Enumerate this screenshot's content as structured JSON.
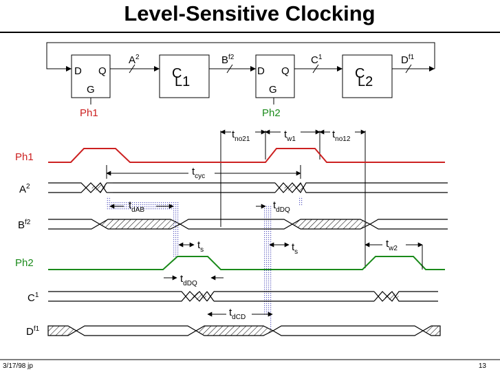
{
  "title": "Level-Sensitive Clocking",
  "footer": {
    "date": "3/17/98 jp",
    "page": "13"
  },
  "colors": {
    "ph1": "#cc2020",
    "ph2": "#1a8a1a",
    "black": "#000000",
    "marker": "#6a6acc"
  },
  "block": {
    "latch1": {
      "d": "D",
      "q": "Q",
      "g": "G",
      "clock": "Ph1"
    },
    "latch2": {
      "d": "D",
      "q": "Q",
      "g": "G",
      "clock": "Ph2"
    },
    "logic1": {
      "main": "C",
      "sub": "L1"
    },
    "logic2": {
      "main": "C",
      "sub": "L2"
    },
    "sig_a": {
      "base": "A",
      "sup": "2"
    },
    "sig_b": {
      "base": "B",
      "sup": "f2"
    },
    "sig_c": {
      "base": "C",
      "sup": "1"
    },
    "sig_d": {
      "base": "D",
      "sup": "f1"
    }
  },
  "signals": [
    {
      "base": "Ph1",
      "sup": ""
    },
    {
      "base": "A",
      "sup": "2"
    },
    {
      "base": "B",
      "sup": "f2"
    },
    {
      "base": "Ph2",
      "sup": ""
    },
    {
      "base": "C",
      "sup": "1"
    },
    {
      "base": "D",
      "sup": "f1"
    }
  ],
  "timing": {
    "tno21": {
      "base": "t",
      "sub": "no21"
    },
    "tw1": {
      "base": "t",
      "sub": "w1"
    },
    "tno12": {
      "base": "t",
      "sub": "no12"
    },
    "tcyc": {
      "base": "t",
      "sub": "cyc"
    },
    "tdAB": {
      "base": "t",
      "sub": "dAB"
    },
    "tdDQ1": {
      "base": "t",
      "sub": "dDQ"
    },
    "ts1": {
      "base": "t",
      "sub": "s"
    },
    "ts2": {
      "base": "t",
      "sub": "s"
    },
    "tw2": {
      "base": "t",
      "sub": "w2"
    },
    "tdDQ2": {
      "base": "t",
      "sub": "dDQ"
    },
    "tdCD": {
      "base": "t",
      "sub": "dCD"
    }
  }
}
